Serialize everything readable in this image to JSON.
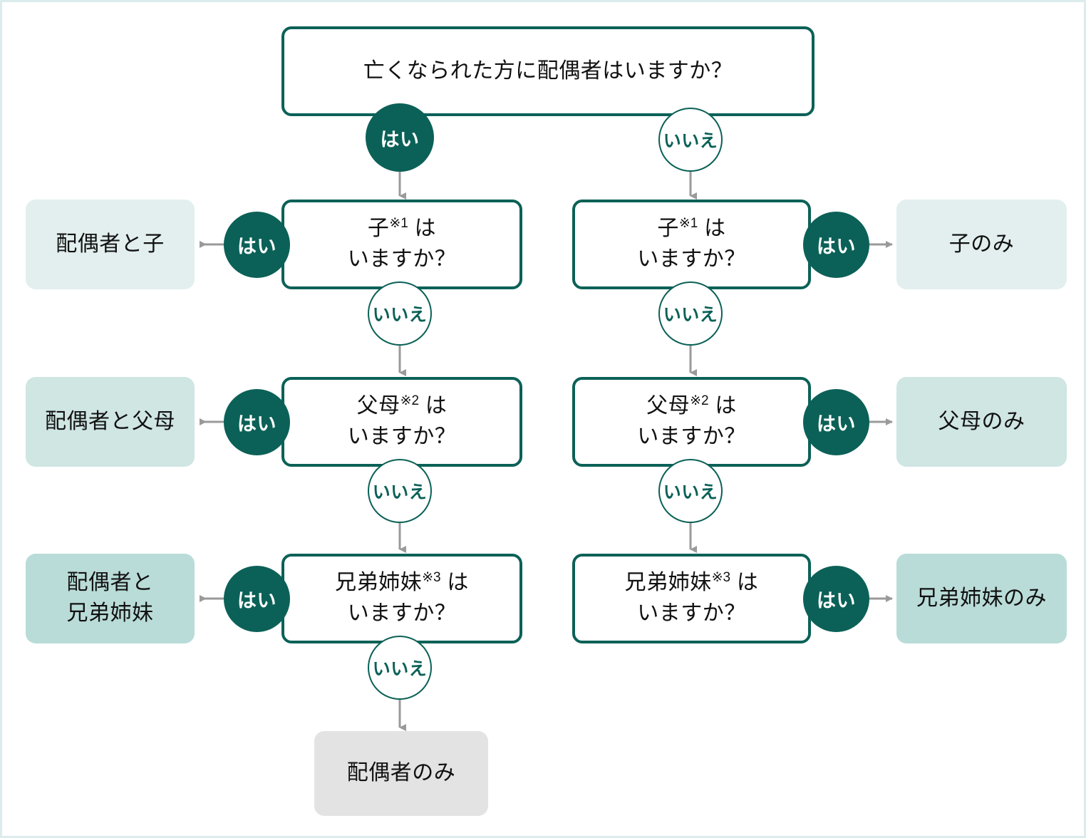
{
  "diagram": {
    "title_node": {
      "text": "亡くなられた方に配偶者はいますか？"
    },
    "labels": {
      "yes": "はい",
      "no": "いいえ"
    },
    "colors": {
      "accent_dark_teal": "#0b6157",
      "tint_level_1": "#e2efee",
      "tint_level_2": "#cfe6e3",
      "tint_level_3": "#b9dcd8",
      "neutral_gray": "#e3e3e3",
      "arrow_gray": "#9a9a9a",
      "frame_border": "#dcecec",
      "text_black": "#111111",
      "box_white": "#ffffff"
    },
    "left_branch": {
      "questions": [
        {
          "subject": "子",
          "note": "※1",
          "tail": " は",
          "line2": "いますか？"
        },
        {
          "subject": "父母",
          "note": "※2",
          "tail": " は",
          "line2": "いますか？"
        },
        {
          "subject": "兄弟姉妹",
          "note": "※3",
          "tail": " は",
          "line2": "いますか？"
        }
      ],
      "results": [
        {
          "line1": "配偶者と子",
          "line2": ""
        },
        {
          "line1": "配偶者と父母",
          "line2": ""
        },
        {
          "line1": "配偶者と",
          "line2": "兄弟姉妹"
        }
      ],
      "terminal": {
        "line1": "配偶者のみ"
      }
    },
    "right_branch": {
      "questions": [
        {
          "subject": "子",
          "note": "※1",
          "tail": " は",
          "line2": "いますか？"
        },
        {
          "subject": "父母",
          "note": "※2",
          "tail": " は",
          "line2": "いますか？"
        },
        {
          "subject": "兄弟姉妹",
          "note": "※3",
          "tail": " は",
          "line2": "いますか？"
        }
      ],
      "results": [
        {
          "line1": "子のみ"
        },
        {
          "line1": "父母のみ"
        },
        {
          "line1": "兄弟姉妹のみ"
        }
      ]
    }
  }
}
